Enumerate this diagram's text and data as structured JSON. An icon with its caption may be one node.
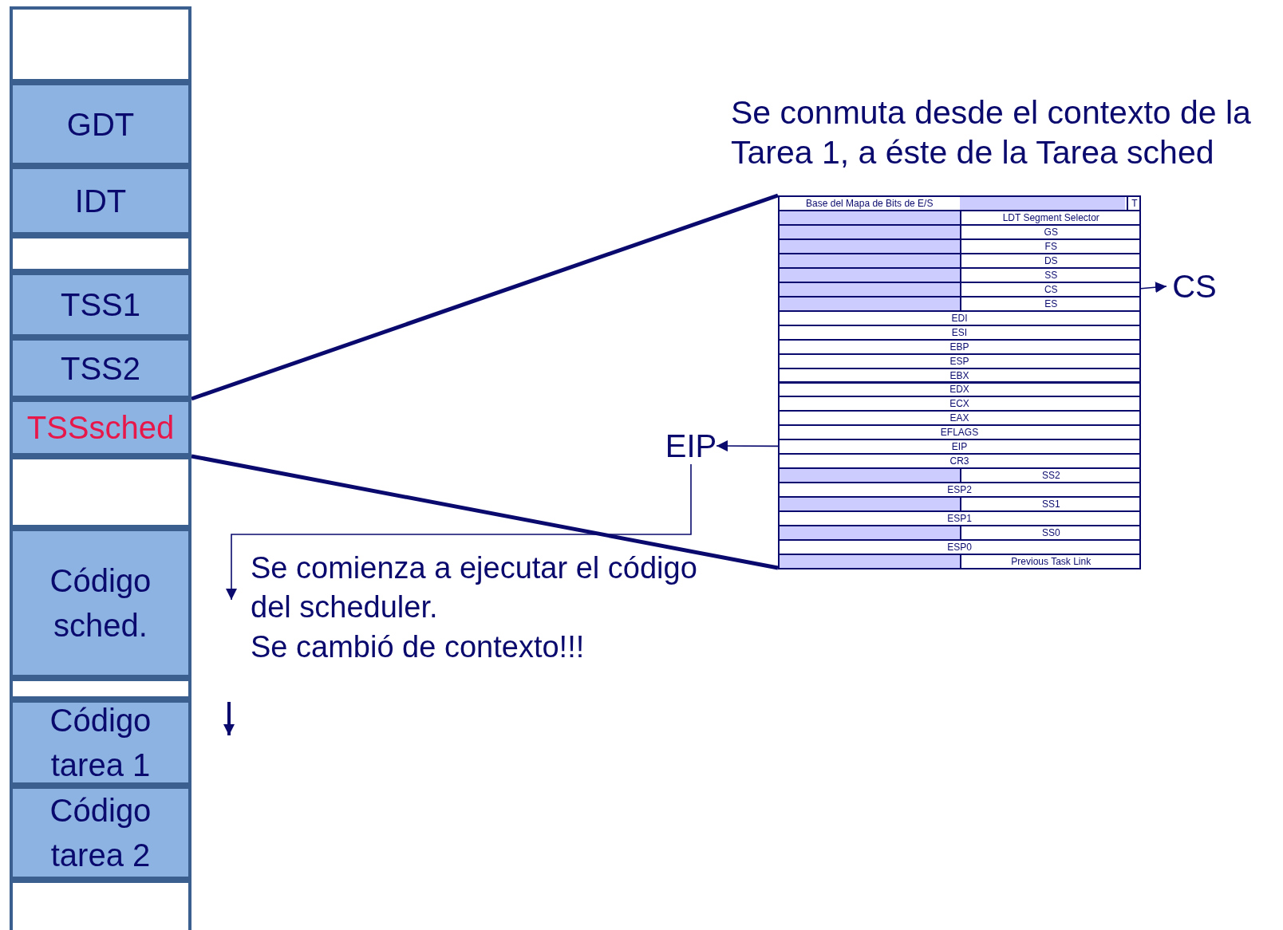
{
  "diagram": {
    "title": "Se conmuta desde el contexto de la Tarea 1, a éste de la Tarea sched",
    "nodes": [
      {
        "text": [],
        "shape": "box"
      },
      {
        "text": [
          "GDT"
        ]
      },
      {
        "text": [
          "IDT"
        ]
      },
      {
        "text": [],
        "shape": "box"
      },
      {
        "text": [
          "TSS1"
        ]
      },
      {
        "text": [
          "TSS2"
        ]
      },
      {
        "text": [
          "TSSsched"
        ]
      },
      {
        "text": [],
        "shape": "box"
      },
      {
        "text": [
          "Código sched."
        ]
      },
      {
        "text": [],
        "shape": "box"
      },
      {
        "text": [
          "Código tarea 1"
        ]
      },
      {
        "text": [
          "Código tarea 2"
        ]
      },
      {
        "text": [],
        "shape": "box"
      },
      {
        "text": [],
        "shape": "box"
      },
      {
        "text": [
          "Base del Mapa de Bits de E/S",
          "T"
        ],
        "in": 13
      },
      {
        "text": [
          "LDT Segment Selector"
        ],
        "in": 13
      },
      {
        "text": [
          "GS"
        ],
        "in": 13
      },
      {
        "text": [
          "FS"
        ],
        "in": 13
      },
      {
        "text": [
          "DS"
        ],
        "in": 13
      },
      {
        "text": [
          "SS"
        ],
        "in": 13
      },
      {
        "text": [
          "CS"
        ],
        "in": 13
      },
      {
        "text": [
          "ES"
        ],
        "in": 13
      },
      {
        "text": [
          "EDI"
        ],
        "in": 13
      },
      {
        "text": [
          "ESI"
        ],
        "in": 13
      },
      {
        "text": [
          "EBP"
        ],
        "in": 13
      },
      {
        "text": [
          "ESP"
        ],
        "in": 13
      },
      {
        "text": [
          "EBX"
        ],
        "in": 13
      },
      {
        "text": [
          "EDX"
        ],
        "in": 13
      },
      {
        "text": [
          "ECX"
        ],
        "in": 13
      },
      {
        "text": [
          "EAX"
        ],
        "in": 13
      },
      {
        "text": [
          "EFLAGS"
        ],
        "in": 13
      },
      {
        "text": [
          "EIP"
        ],
        "in": 13
      },
      {
        "text": [
          "CR3"
        ],
        "in": 13
      },
      {
        "text": [
          "SS2"
        ],
        "in": 13
      },
      {
        "text": [
          "ESP2"
        ],
        "in": 13
      },
      {
        "text": [
          "SS1"
        ],
        "in": 13
      },
      {
        "text": [
          "ESP1"
        ],
        "in": 13
      },
      {
        "text": [
          "SS0"
        ],
        "in": 13
      },
      {
        "text": [
          "ESP0"
        ],
        "in": 13
      },
      {
        "text": [
          "Previous Task Link"
        ],
        "in": 13
      },
      {
        "text": [
          "CS"
        ]
      },
      {
        "text": [
          "EIP"
        ]
      },
      {
        "text": [
          "Se comienza a ejecutar el código del scheduler.",
          "Se cambió de contexto!!!"
        ]
      }
    ],
    "edges": [
      {
        "from": 6,
        "to": 13,
        "arrow": "none",
        "style": "thick"
      },
      {
        "from": 6,
        "to": 13,
        "arrow": "none",
        "style": "thick"
      },
      {
        "from": 20,
        "to": 40,
        "arrow": "to"
      },
      {
        "from": 31,
        "to": 41,
        "arrow": "to"
      },
      {
        "from": 41,
        "to": 42,
        "arrow": "to"
      }
    ]
  }
}
